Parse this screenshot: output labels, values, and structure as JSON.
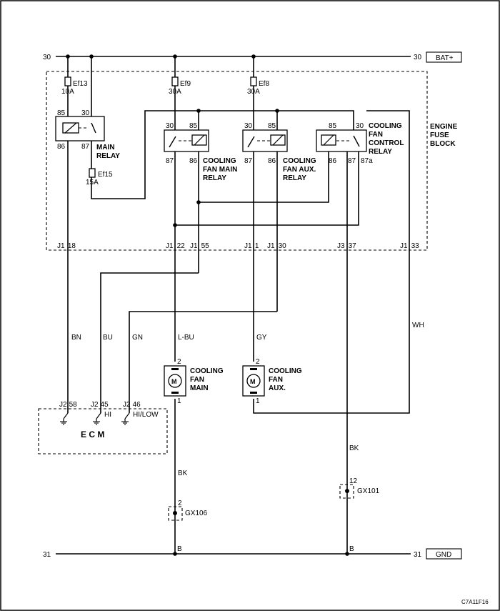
{
  "rails": {
    "bat_left": "30",
    "bat_right": "30",
    "bat_label": "BAT+",
    "gnd_left": "31",
    "gnd_right": "31",
    "gnd_label": "GND"
  },
  "fuse_block": {
    "title": "ENGINE\nFUSE\nBLOCK",
    "fuses": [
      {
        "name": "Ef13",
        "rating": "10A"
      },
      {
        "name": "Ef9",
        "rating": "30A"
      },
      {
        "name": "Ef8",
        "rating": "30A"
      },
      {
        "name": "Ef15",
        "rating": "15A"
      }
    ],
    "relays": [
      {
        "name": "MAIN\nRELAY",
        "pins": [
          "85",
          "30",
          "86",
          "87"
        ]
      },
      {
        "name": "COOLING\nFAN MAIN\nRELAY",
        "pins": [
          "30",
          "85",
          "87",
          "86"
        ]
      },
      {
        "name": "COOLING\nFAN AUX.\nRELAY",
        "pins": [
          "30",
          "85",
          "87",
          "86"
        ]
      },
      {
        "name": "COOLING\nFAN\nCONTROL\nRELAY",
        "pins": [
          "85",
          "30",
          "86",
          "87",
          "87a"
        ]
      }
    ],
    "connectors": [
      {
        "conn": "J1",
        "pin": "18"
      },
      {
        "conn": "J1",
        "pin": "22"
      },
      {
        "conn": "J1",
        "pin": "55"
      },
      {
        "conn": "J1",
        "pin": "1"
      },
      {
        "conn": "J1",
        "pin": "30"
      },
      {
        "conn": "J3",
        "pin": "37"
      },
      {
        "conn": "J1",
        "pin": "33"
      }
    ]
  },
  "wires": [
    "BN",
    "BU",
    "GN",
    "L-BU",
    "GY",
    "WH",
    "BK",
    "BK"
  ],
  "motors": [
    {
      "name": "COOLING\nFAN\nMAIN",
      "symbol": "M",
      "pin_top": "2",
      "pin_bottom": "1"
    },
    {
      "name": "COOLING\nFAN\nAUX.",
      "symbol": "M",
      "pin_top": "2",
      "pin_bottom": "1"
    }
  ],
  "ecm": {
    "title": "E C M",
    "pins": [
      {
        "conn": "J2",
        "pin": "58",
        "label": ""
      },
      {
        "conn": "J2",
        "pin": "45",
        "label": "HI"
      },
      {
        "conn": "J2",
        "pin": "46",
        "label": "HI/LOW"
      }
    ]
  },
  "grounds": [
    {
      "name": "GX106",
      "pin": "2",
      "bus": "B"
    },
    {
      "name": "GX101",
      "pin": "12",
      "bus": "B"
    }
  ],
  "code": "C7A11F16"
}
